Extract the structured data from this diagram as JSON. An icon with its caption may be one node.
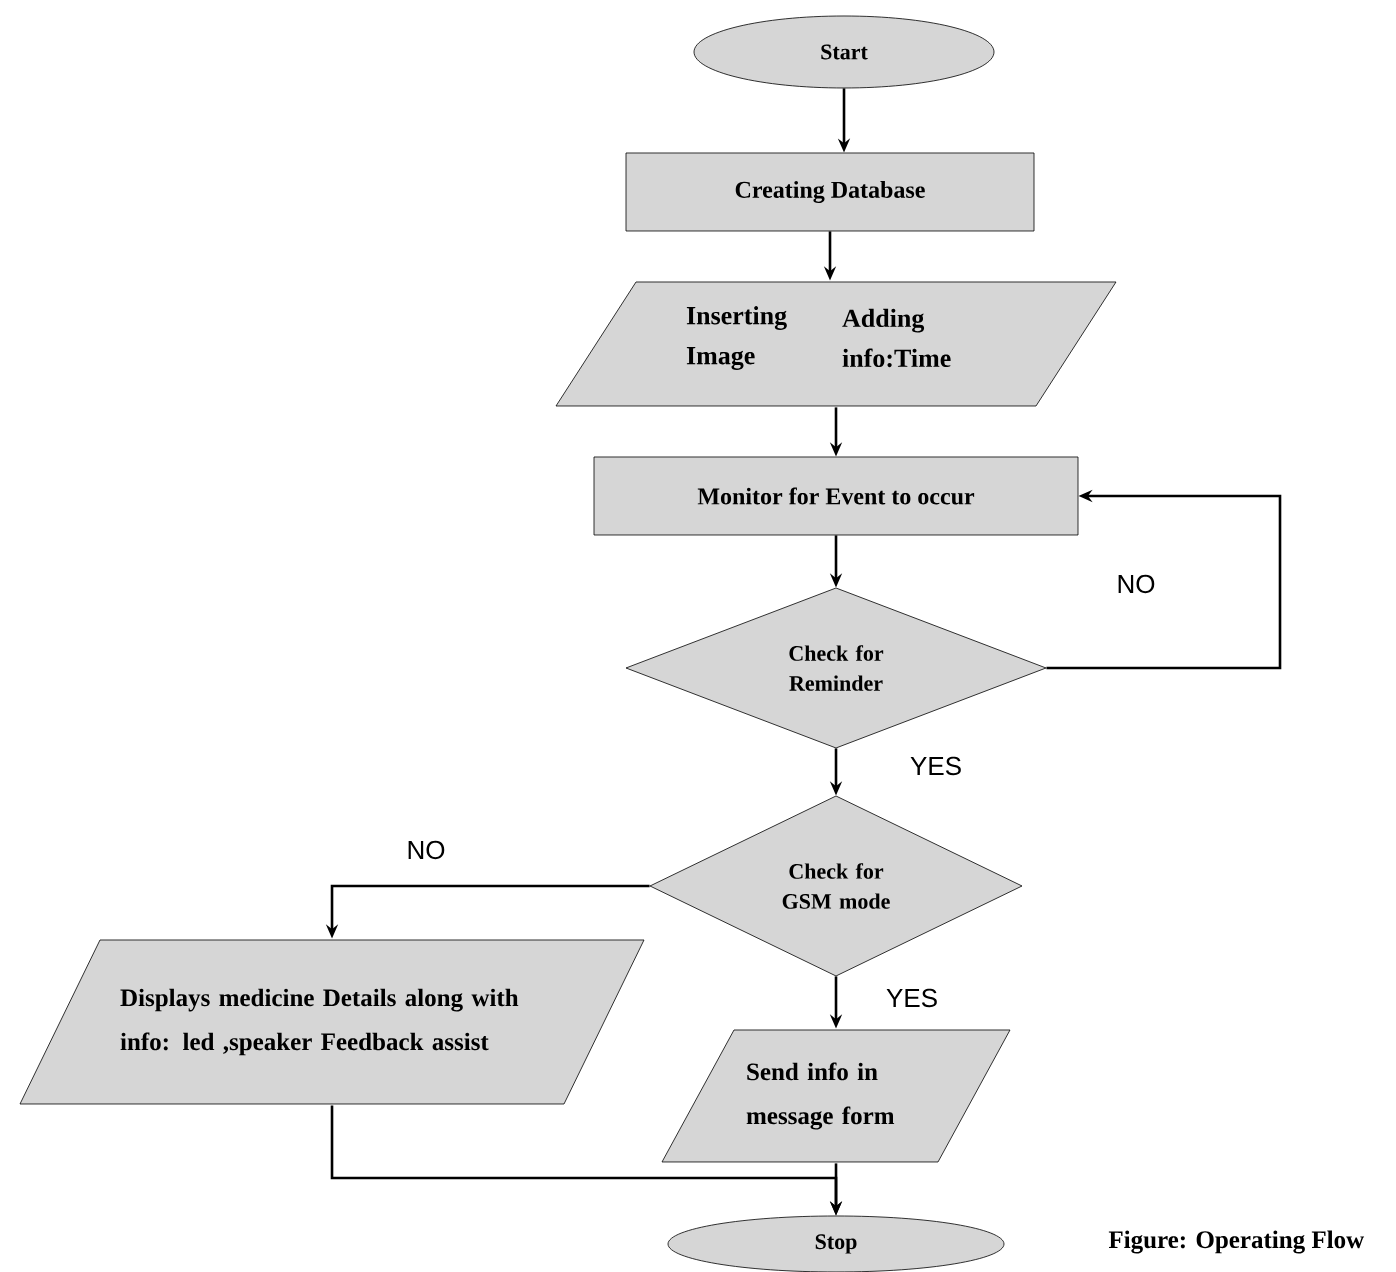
{
  "diagram": {
    "caption": "Figure: Operating Flow",
    "nodes": [
      {
        "text": [
          "Start"
        ]
      },
      {
        "text": [
          "Creating Database"
        ]
      },
      {
        "text": [
          "Inserting Image",
          "Adding info:Time"
        ]
      },
      {
        "text": [
          "Monitor for Event to occur"
        ]
      },
      {
        "text": [
          "Check for Reminder"
        ]
      },
      {
        "text": [
          "Check for GSM mode"
        ]
      },
      {
        "text": [
          "Displays medicine Details along with info: led ,speaker Feedback assist"
        ]
      },
      {
        "text": [
          "Send info in message form"
        ]
      },
      {
        "text": [
          "Stop"
        ]
      }
    ],
    "edges": [
      {
        "from": 0,
        "to": 1,
        "arrow": "to"
      },
      {
        "from": 1,
        "to": 2,
        "arrow": "to"
      },
      {
        "from": 2,
        "to": 3,
        "arrow": "to"
      },
      {
        "from": 3,
        "to": 4,
        "arrow": "to"
      },
      {
        "from": 4,
        "to": 3,
        "arrow": "to",
        "label": "NO"
      },
      {
        "from": 4,
        "to": 5,
        "arrow": "to",
        "label": "YES"
      },
      {
        "from": 5,
        "to": 6,
        "arrow": "to",
        "label": "NO"
      },
      {
        "from": 5,
        "to": 7,
        "arrow": "to",
        "label": "YES"
      },
      {
        "from": 6,
        "to": 8,
        "arrow": "to"
      },
      {
        "from": 7,
        "to": 8,
        "arrow": "to"
      }
    ]
  }
}
